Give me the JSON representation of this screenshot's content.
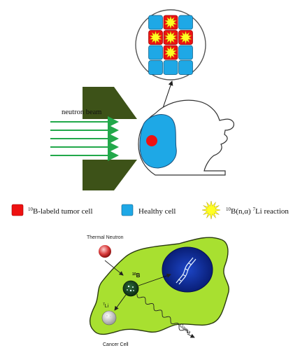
{
  "top_diagram": {
    "beam_label": "neutron beam",
    "grid_pattern": [
      [
        "healthy",
        "tumor",
        "healthy"
      ],
      [
        "tumor",
        "tumor",
        "tumor"
      ],
      [
        "healthy",
        "tumor",
        "healthy"
      ],
      [
        "healthy",
        "healthy",
        "healthy"
      ]
    ]
  },
  "legend": [
    {
      "sup": "10",
      "text": "B-labeld tumor cell",
      "icon": "tumor-square"
    },
    {
      "sup": "",
      "text": "Healthy cell",
      "icon": "healthy-square"
    },
    {
      "sup": "10",
      "text": "B(n,α) ",
      "sup2": "7",
      "text2": "Li reaction",
      "icon": "reaction-burst"
    }
  ],
  "cell_diagram": {
    "thermal_neutron": "Thermal Neutron",
    "boron_sup": "10",
    "boron": "B",
    "lithium_sup": "7",
    "lithium": "Li",
    "gamma": "Gama",
    "cancer_cell": "Cancer Cell"
  },
  "colors": {
    "tumor": "#ee1111",
    "healthy": "#1ea8e6",
    "reaction": "#ffff22",
    "beam": "#22a84a",
    "collimator": "#3d5218",
    "cell": "#a8e030",
    "nucleus": "#0a1f8a"
  }
}
